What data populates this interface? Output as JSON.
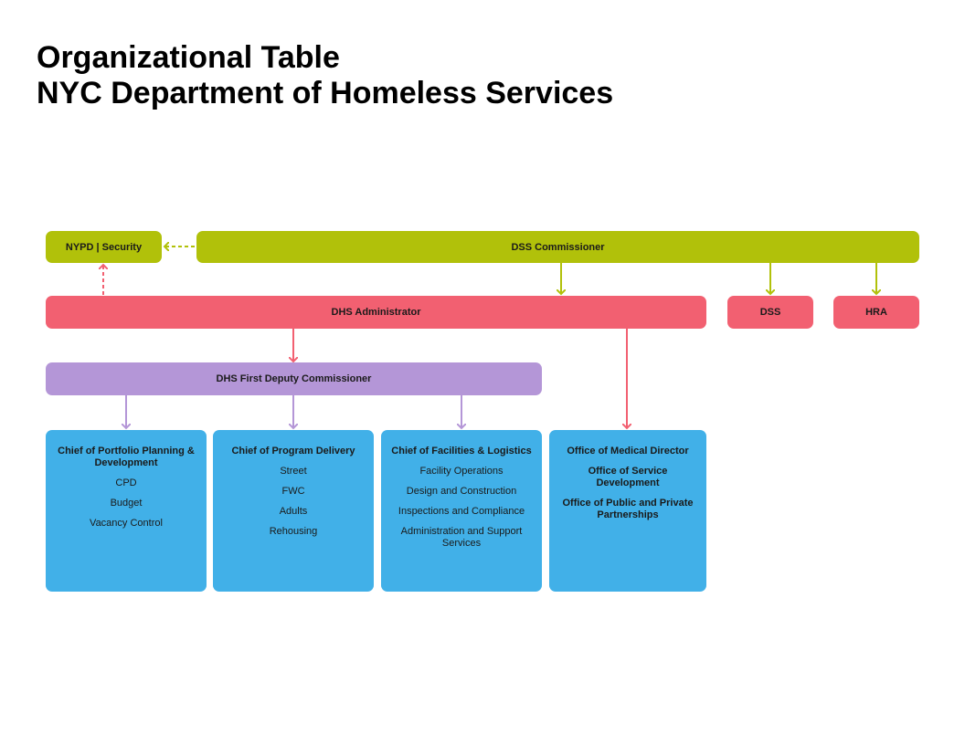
{
  "title": {
    "line1": "Organizational Table",
    "line2": "NYC Department of Homeless Services"
  },
  "top": {
    "nypd": "NYPD | Security",
    "dss_commissioner": "DSS Commissioner"
  },
  "second": {
    "dhs_administrator": "DHS Administrator",
    "dss": "DSS",
    "hra": "HRA"
  },
  "third": {
    "first_deputy": "DHS First Deputy Commissioner"
  },
  "cards": [
    {
      "head": "Chief of Portfolio Planning & Development",
      "items": [
        "CPD",
        "Budget",
        "Vacancy Control"
      ]
    },
    {
      "head": "Chief of Program Delivery",
      "items": [
        "Street",
        "FWC",
        "Adults",
        "Rehousing"
      ]
    },
    {
      "head": "Chief of Facilities & Logistics",
      "items": [
        "Facility Operations",
        "Design and Construction",
        "Inspections and Compliance",
        "Administration and Support Services"
      ]
    },
    {
      "head": "Office of Medical Director",
      "items": [
        "Office of Service Development",
        "Office of Public and Private Partnerships"
      ]
    }
  ],
  "colors": {
    "green": "#b1c10a",
    "red": "#f26071",
    "purple": "#b496d7",
    "blue": "#41b0e8"
  }
}
